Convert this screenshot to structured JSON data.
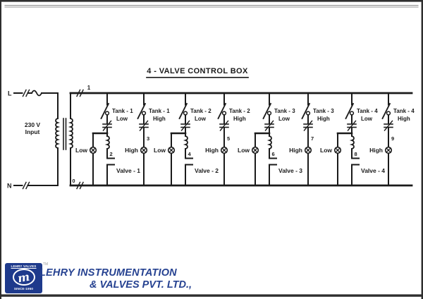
{
  "title": "4 - VALVE CONTROL BOX",
  "power": {
    "live": "L",
    "neutral": "N",
    "input_line1": "230 V",
    "input_line2": "Input",
    "top_bus": "1",
    "bottom_bus": "0"
  },
  "groups": [
    {
      "tank_label": "Tank - 1",
      "low_switch_label": "Low",
      "high_switch_label": "High",
      "low_terminal": "2",
      "high_terminal": "3",
      "low_lamp_label": "Low",
      "high_lamp_label": "High",
      "valve_label": "Valve - 1"
    },
    {
      "tank_label": "Tank - 2",
      "low_switch_label": "Low",
      "high_switch_label": "High",
      "low_terminal": "4",
      "high_terminal": "5",
      "low_lamp_label": "Low",
      "high_lamp_label": "High",
      "valve_label": "Valve - 2"
    },
    {
      "tank_label": "Tank - 3",
      "low_switch_label": "Low",
      "high_switch_label": "High",
      "low_terminal": "6",
      "high_terminal": "7",
      "low_lamp_label": "Low",
      "high_lamp_label": "High",
      "valve_label": "Valve - 3"
    },
    {
      "tank_label": "Tank - 4",
      "low_switch_label": "Low",
      "high_switch_label": "High",
      "low_terminal": "8",
      "high_terminal": "9",
      "low_lamp_label": "Low",
      "high_lamp_label": "High",
      "valve_label": "Valve - 4"
    }
  ],
  "footer": {
    "company_line1": "LEHRY INSTRUMENTATION",
    "company_line2": "& VALVES PVT. LTD.,",
    "logo": {
      "wordmark": "LEHRY VALVES",
      "since": "SINCE-1950",
      "tm": "TM",
      "emblem_glyph": "m"
    }
  },
  "colors": {
    "ink": "#1a1a1a",
    "brand_blue": "#264291",
    "logo_blue": "#1e3a8c",
    "rule_gray": "#909090",
    "border_dark": "#2e2e2e"
  }
}
